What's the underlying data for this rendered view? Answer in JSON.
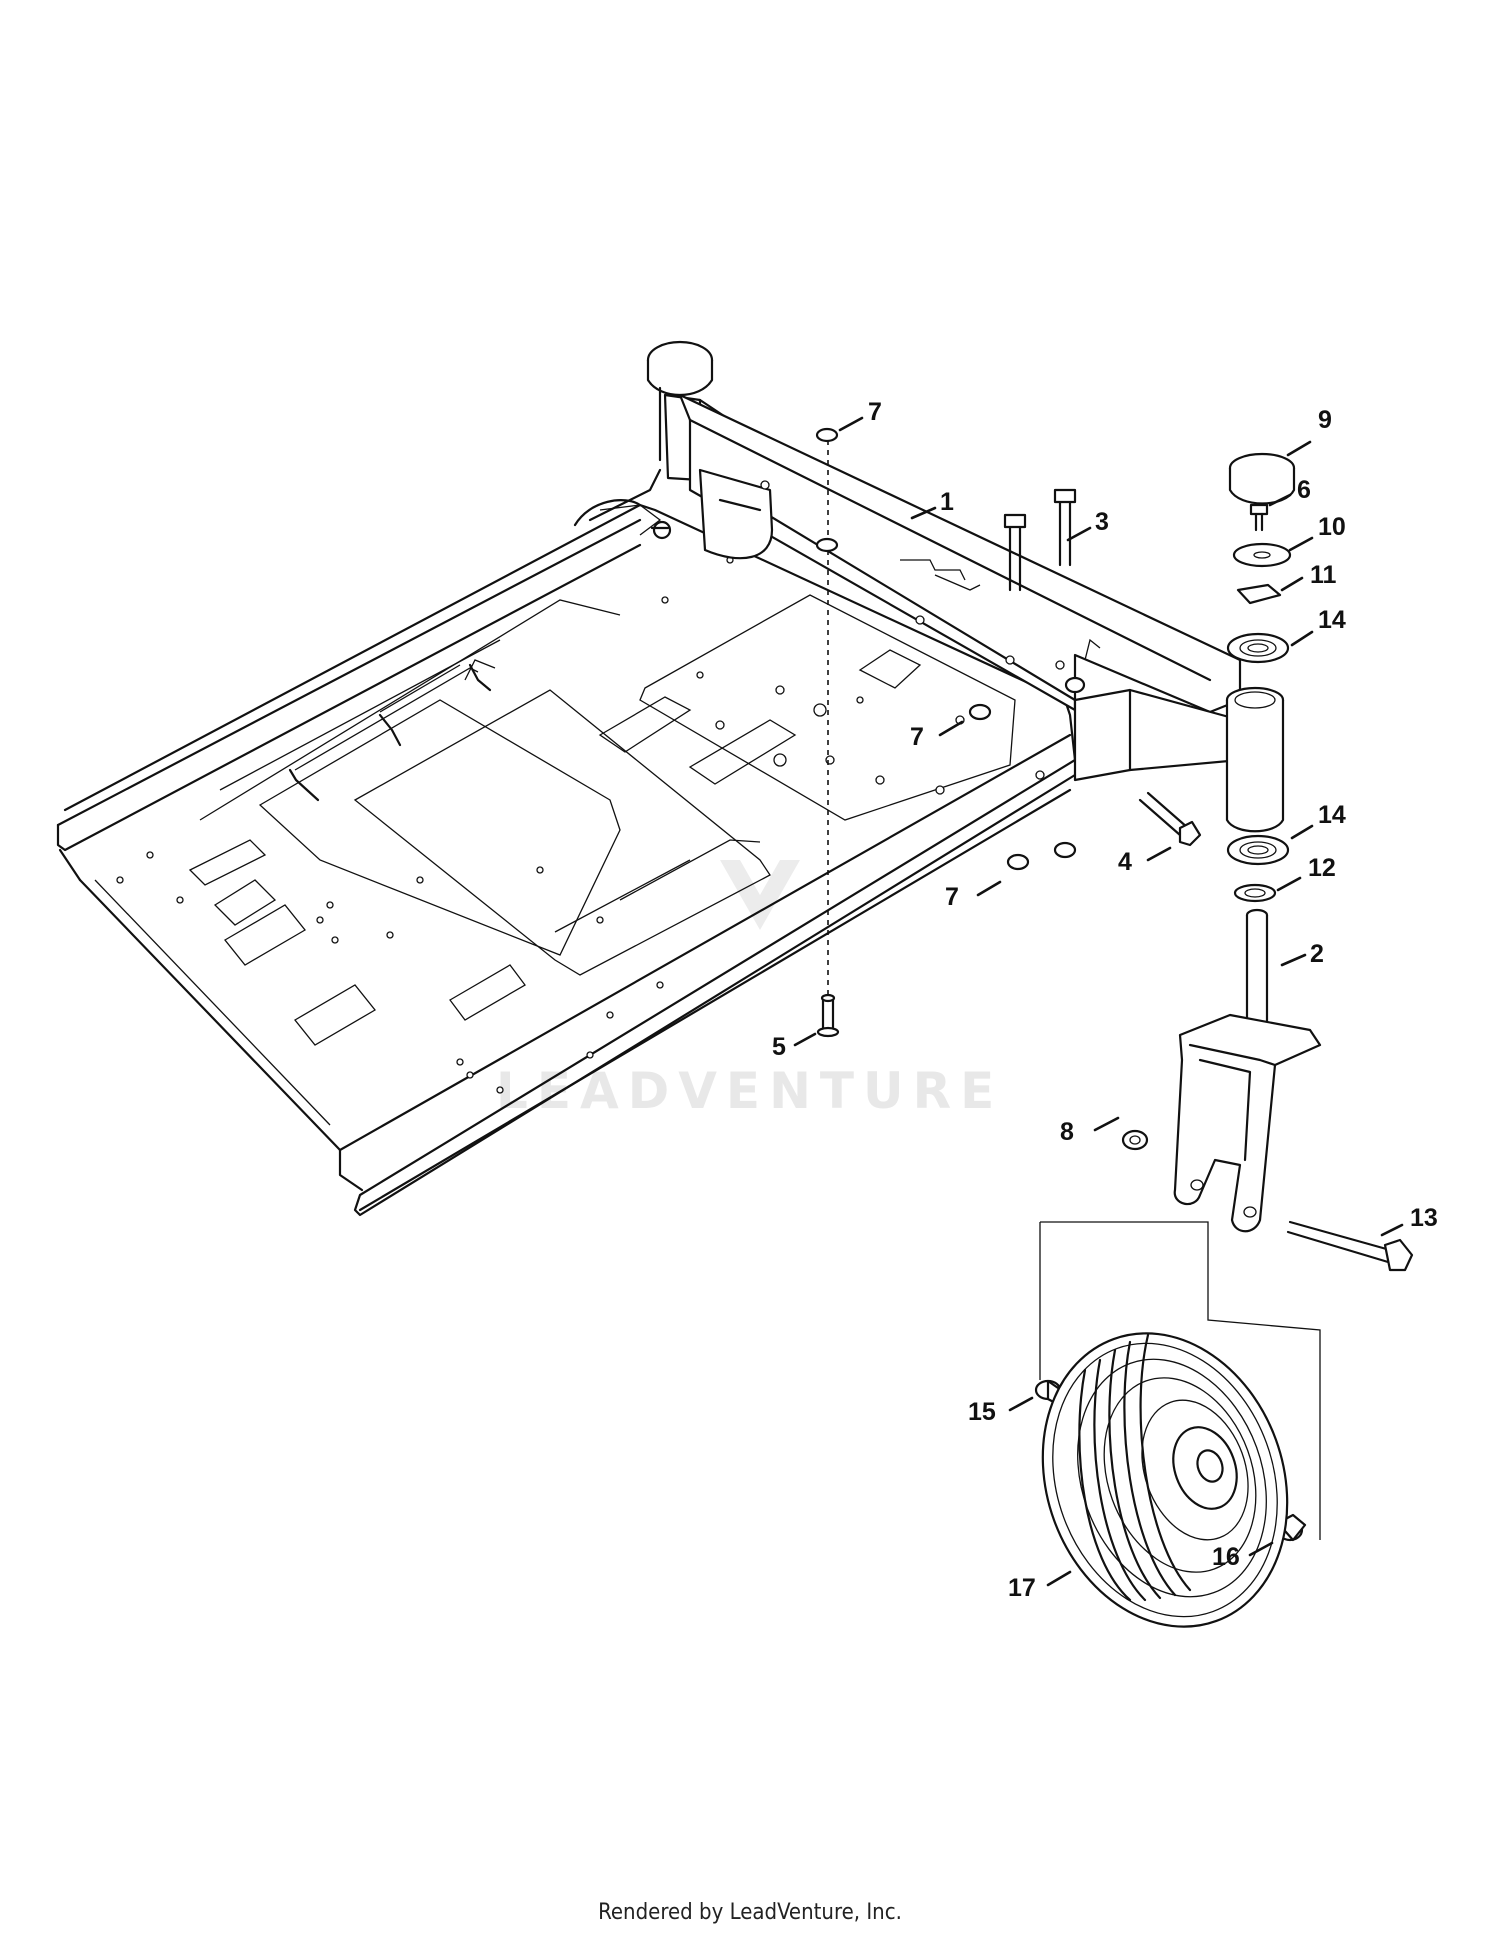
{
  "watermark": "LEADVENTURE",
  "footer": "Rendered by LeadVenture, Inc.",
  "callouts": [
    {
      "label": "1"
    },
    {
      "label": "2"
    },
    {
      "label": "3"
    },
    {
      "label": "4"
    },
    {
      "label": "5"
    },
    {
      "label": "6"
    },
    {
      "label": "7"
    },
    {
      "label": "7"
    },
    {
      "label": "7"
    },
    {
      "label": "8"
    },
    {
      "label": "9"
    },
    {
      "label": "10"
    },
    {
      "label": "11"
    },
    {
      "label": "12"
    },
    {
      "label": "13"
    },
    {
      "label": "14"
    },
    {
      "label": "14"
    },
    {
      "label": "15"
    },
    {
      "label": "16"
    },
    {
      "label": "17"
    }
  ]
}
